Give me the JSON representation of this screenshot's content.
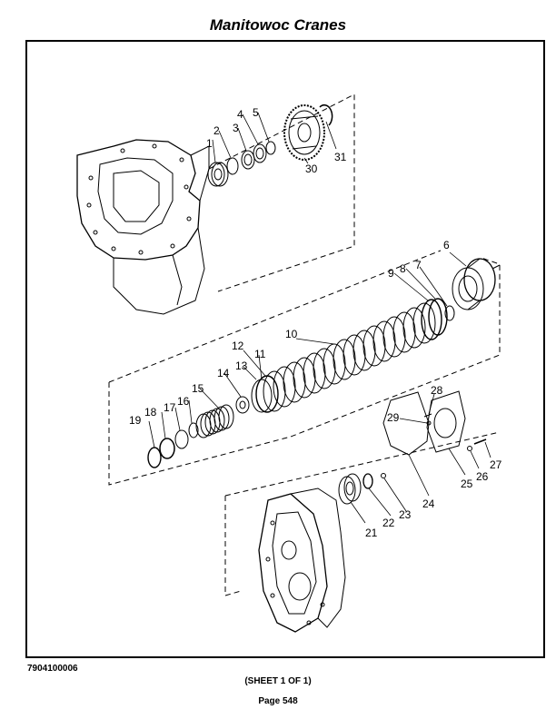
{
  "header": {
    "title": "Manitowoc Cranes"
  },
  "footer": {
    "doc_number": "7904100006",
    "sheet": "(SHEET 1 OF 1)",
    "page": "Page 548"
  },
  "diagram": {
    "callouts": [
      {
        "id": "1",
        "label": "1"
      },
      {
        "id": "2",
        "label": "2"
      },
      {
        "id": "3",
        "label": "3"
      },
      {
        "id": "4",
        "label": "4"
      },
      {
        "id": "5",
        "label": "5"
      },
      {
        "id": "6",
        "label": "6"
      },
      {
        "id": "7",
        "label": "7"
      },
      {
        "id": "8",
        "label": "8"
      },
      {
        "id": "9",
        "label": "9"
      },
      {
        "id": "10",
        "label": "10"
      },
      {
        "id": "11",
        "label": "11"
      },
      {
        "id": "12",
        "label": "12"
      },
      {
        "id": "13",
        "label": "13"
      },
      {
        "id": "14",
        "label": "14"
      },
      {
        "id": "15",
        "label": "15"
      },
      {
        "id": "16",
        "label": "16"
      },
      {
        "id": "17",
        "label": "17"
      },
      {
        "id": "18",
        "label": "18"
      },
      {
        "id": "19",
        "label": "19"
      },
      {
        "id": "21",
        "label": "21"
      },
      {
        "id": "22",
        "label": "22"
      },
      {
        "id": "23",
        "label": "23"
      },
      {
        "id": "24",
        "label": "24"
      },
      {
        "id": "25",
        "label": "25"
      },
      {
        "id": "26",
        "label": "26"
      },
      {
        "id": "27",
        "label": "27"
      },
      {
        "id": "28",
        "label": "28"
      },
      {
        "id": "29",
        "label": "29"
      },
      {
        "id": "30",
        "label": "30"
      },
      {
        "id": "31",
        "label": "31"
      }
    ]
  }
}
